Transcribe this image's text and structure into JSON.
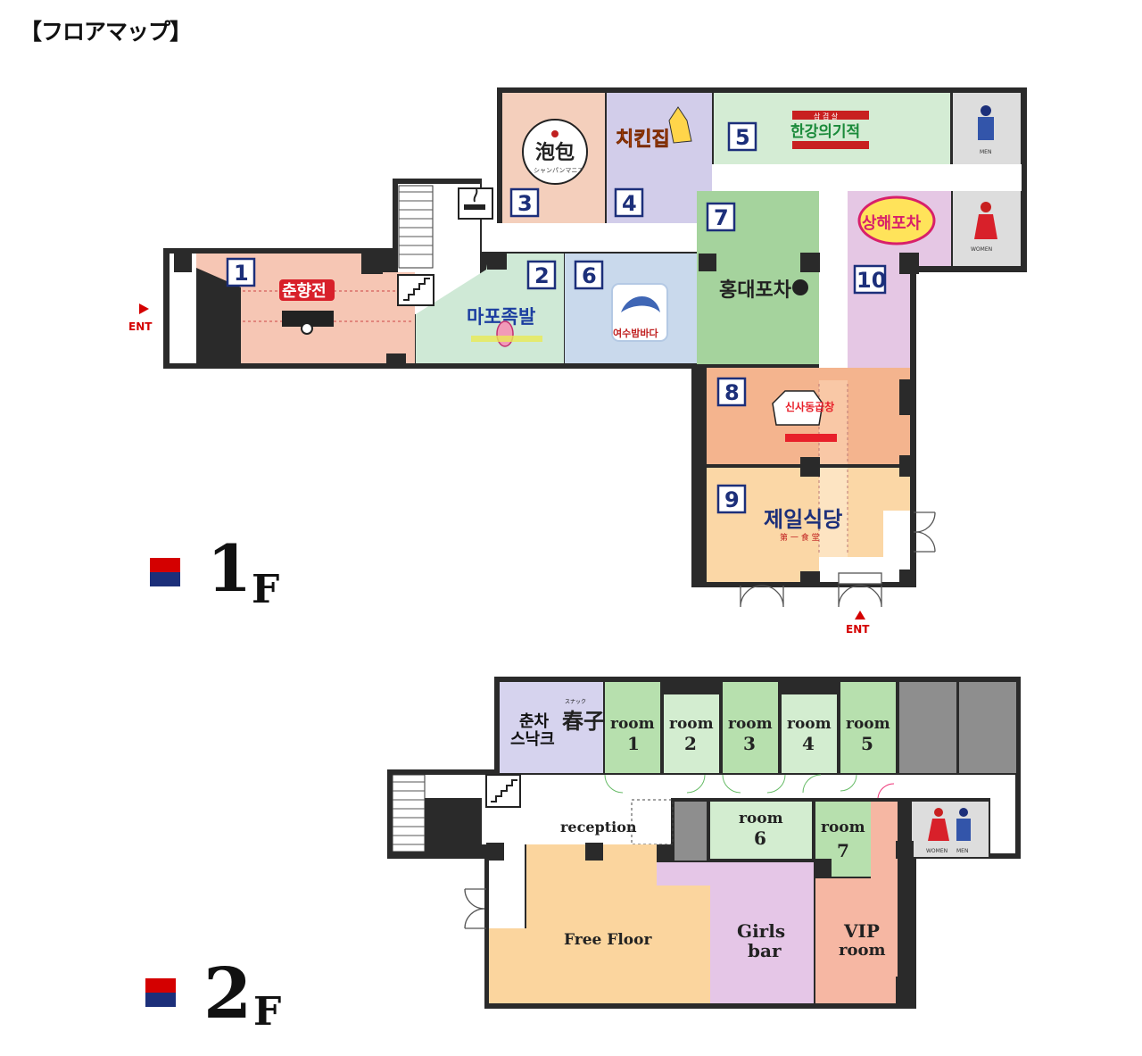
{
  "page": {
    "title": "【フロアマップ】"
  },
  "colors": {
    "wall": "#2a2a2a",
    "corridor": "#ffffff",
    "number_box": "#1c2f7a",
    "shop1": "#f6c6b4",
    "shop2": "#cfe9d6",
    "shop3": "#f4cfbc",
    "shop4": "#d2cdea",
    "shop5": "#d4ecd4",
    "shop6": "#c9d9ec",
    "shop7": "#a5d39d",
    "shop8": "#f4b48e",
    "shop9": "#fbd7a6",
    "shop10": "#e5c7e4",
    "restroom": "#dddddd",
    "snack": "#d6d3ee",
    "room_dark": "#b7e0ae",
    "room_light": "#d3edd0",
    "free_floor": "#fbd59e",
    "girls_bar": "#e5c6e7",
    "vip": "#f6b7a3",
    "storage": "#8e8e8e",
    "entrance_mark": "#d40000",
    "floor_badge_top": "#d40000",
    "floor_badge_bottom": "#1c2f7a"
  },
  "floor1": {
    "floor_label": {
      "num": "1",
      "suffix": "F"
    },
    "entrance_label": "ENT",
    "shops": [
      {
        "no": "1",
        "name": "춘향전"
      },
      {
        "no": "2",
        "name": "마포족발"
      },
      {
        "no": "3",
        "name": "泡包",
        "sub": "シャンパンマニア"
      },
      {
        "no": "4",
        "name": "치킨집"
      },
      {
        "no": "5",
        "name": "한강의기적",
        "sub_top": "삼 겹 살"
      },
      {
        "no": "6",
        "name": "여수밤바다"
      },
      {
        "no": "7",
        "name": "홍대포차"
      },
      {
        "no": "8",
        "name": "신사동곱창"
      },
      {
        "no": "9",
        "name": "제일식당",
        "sub": "第 一 食 堂"
      },
      {
        "no": "10",
        "name": "상해포차"
      }
    ],
    "restrooms": {
      "men": "MEN",
      "women": "WOMEN"
    }
  },
  "floor2": {
    "floor_label": {
      "num": "2",
      "suffix": "F"
    },
    "snack": {
      "line1": "춘차",
      "line2": "스낙크",
      "kanji": "春子",
      "ruby": "スナック"
    },
    "rooms": [
      {
        "word": "room",
        "no": "1"
      },
      {
        "word": "room",
        "no": "2"
      },
      {
        "word": "room",
        "no": "3"
      },
      {
        "word": "room",
        "no": "4"
      },
      {
        "word": "room",
        "no": "5"
      },
      {
        "word": "room",
        "no": "6"
      },
      {
        "word": "room",
        "no": "7"
      }
    ],
    "reception": "reception",
    "free_floor": "Free Floor",
    "girls_bar": {
      "line1": "Girls",
      "line2": "bar"
    },
    "vip": {
      "line1": "VIP",
      "line2": "room"
    },
    "restrooms": {
      "women": "WOMEN",
      "men": "MEN"
    }
  }
}
